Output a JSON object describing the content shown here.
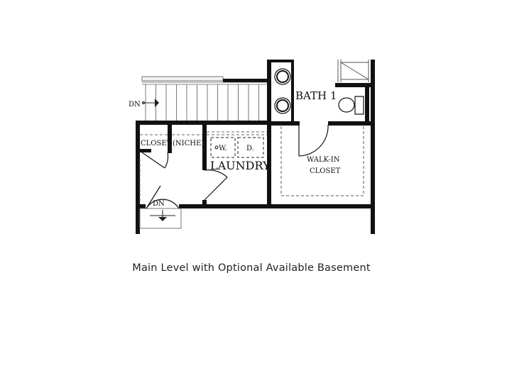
{
  "plan": {
    "rooms": {
      "bath": "BATH 1",
      "walkin_line1": "WALK-IN",
      "walkin_line2": "CLOSET",
      "laundry": "LAUNDRY",
      "closet": "CLOSET",
      "niche": "(NICHE)",
      "washer": "W.",
      "dryer": "D."
    },
    "stair_upper": "DN",
    "stair_lower": "DN"
  },
  "caption": "Main Level with Optional Available Basement"
}
